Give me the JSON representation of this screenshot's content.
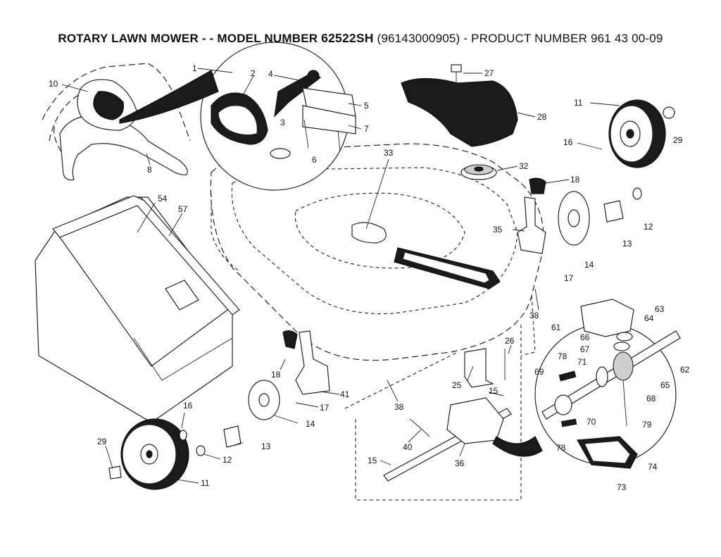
{
  "header": {
    "part1": "ROTARY LAWN MOWER - - MODEL NUMBER",
    "model": "62522SH",
    "part2": "(96143000905) - PRODUCT NUMBER 961 43 00-09"
  },
  "callouts": [
    "1",
    "2",
    "3",
    "4",
    "5",
    "6",
    "7",
    "8",
    "10",
    "11",
    "11",
    "12",
    "12",
    "13",
    "13",
    "14",
    "14",
    "15",
    "15",
    "16",
    "16",
    "17",
    "17",
    "18",
    "18",
    "25",
    "26",
    "27",
    "28",
    "29",
    "29",
    "32",
    "33",
    "35",
    "36",
    "38",
    "38",
    "40",
    "41",
    "54",
    "57",
    "61",
    "62",
    "63",
    "64",
    "65",
    "66",
    "67",
    "68",
    "69",
    "70",
    "71",
    "73",
    "74",
    "78",
    "78",
    "79"
  ]
}
